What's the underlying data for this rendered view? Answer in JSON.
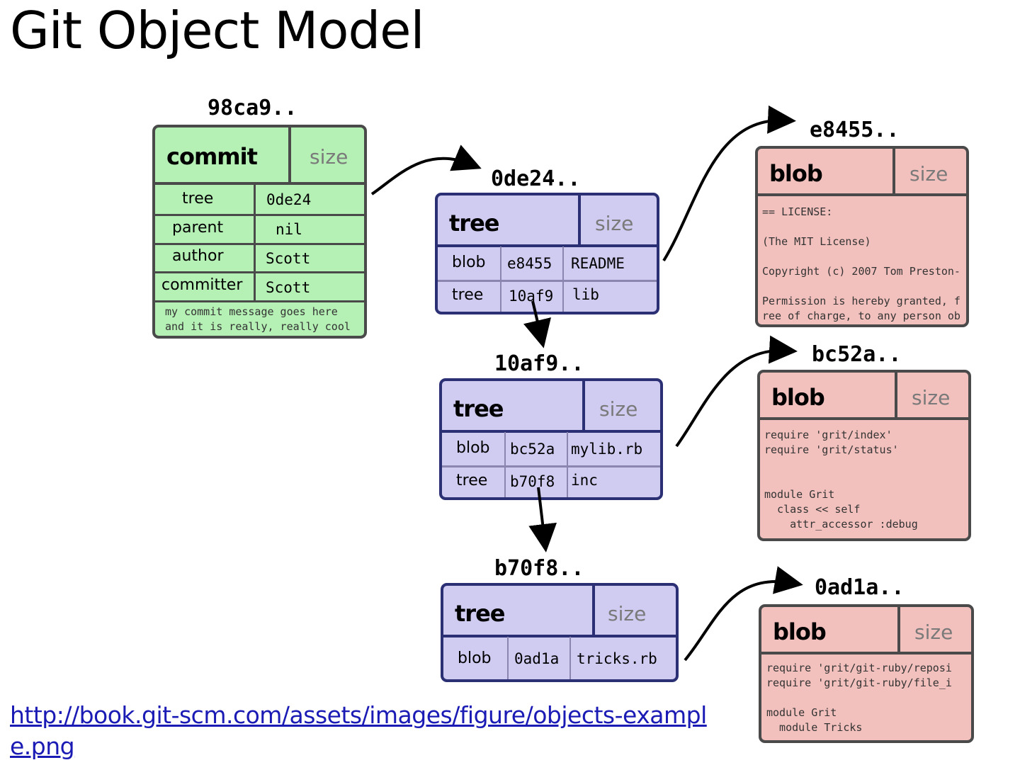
{
  "title": "Git Object Model",
  "link": "http://book.git-scm.com/assets/images/figure/objects-example.png",
  "colors": {
    "commit_fill": "#b5f0b5",
    "tree_fill": "#cfcbf1",
    "blob_fill": "#f3c1bd"
  },
  "commit": {
    "hash": "98ca9..",
    "type": "commit",
    "size": "size",
    "rows": [
      {
        "key": "tree",
        "value": "0de24"
      },
      {
        "key": "parent",
        "value": "nil"
      },
      {
        "key": "author",
        "value": "Scott"
      },
      {
        "key": "committer",
        "value": "Scott"
      }
    ],
    "message": "my commit message goes here\nand it is really, really cool"
  },
  "trees": [
    {
      "hash": "0de24..",
      "type": "tree",
      "size": "size",
      "entries": [
        {
          "kind": "blob",
          "sha": "e8455",
          "name": "README"
        },
        {
          "kind": "tree",
          "sha": "10af9",
          "name": "lib"
        }
      ]
    },
    {
      "hash": "10af9..",
      "type": "tree",
      "size": "size",
      "entries": [
        {
          "kind": "blob",
          "sha": "bc52a",
          "name": "mylib.rb"
        },
        {
          "kind": "tree",
          "sha": "b70f8",
          "name": "inc"
        }
      ]
    },
    {
      "hash": "b70f8..",
      "type": "tree",
      "size": "size",
      "entries": [
        {
          "kind": "blob",
          "sha": "0ad1a",
          "name": "tricks.rb"
        }
      ]
    }
  ],
  "blobs": [
    {
      "hash": "e8455..",
      "type": "blob",
      "size": "size",
      "content": "== LICENSE:\n\n(The MIT License)\n\nCopyright (c) 2007 Tom Preston-\n\nPermission is hereby granted, f\nree of charge, to any person ob"
    },
    {
      "hash": "bc52a..",
      "type": "blob",
      "size": "size",
      "content": "require 'grit/index'\nrequire 'grit/status'\n\n\nmodule Grit\n  class << self\n    attr_accessor :debug"
    },
    {
      "hash": "0ad1a..",
      "type": "blob",
      "size": "size",
      "content": "require 'grit/git-ruby/reposi\nrequire 'grit/git-ruby/file_i\n\nmodule Grit\n  module Tricks"
    }
  ]
}
